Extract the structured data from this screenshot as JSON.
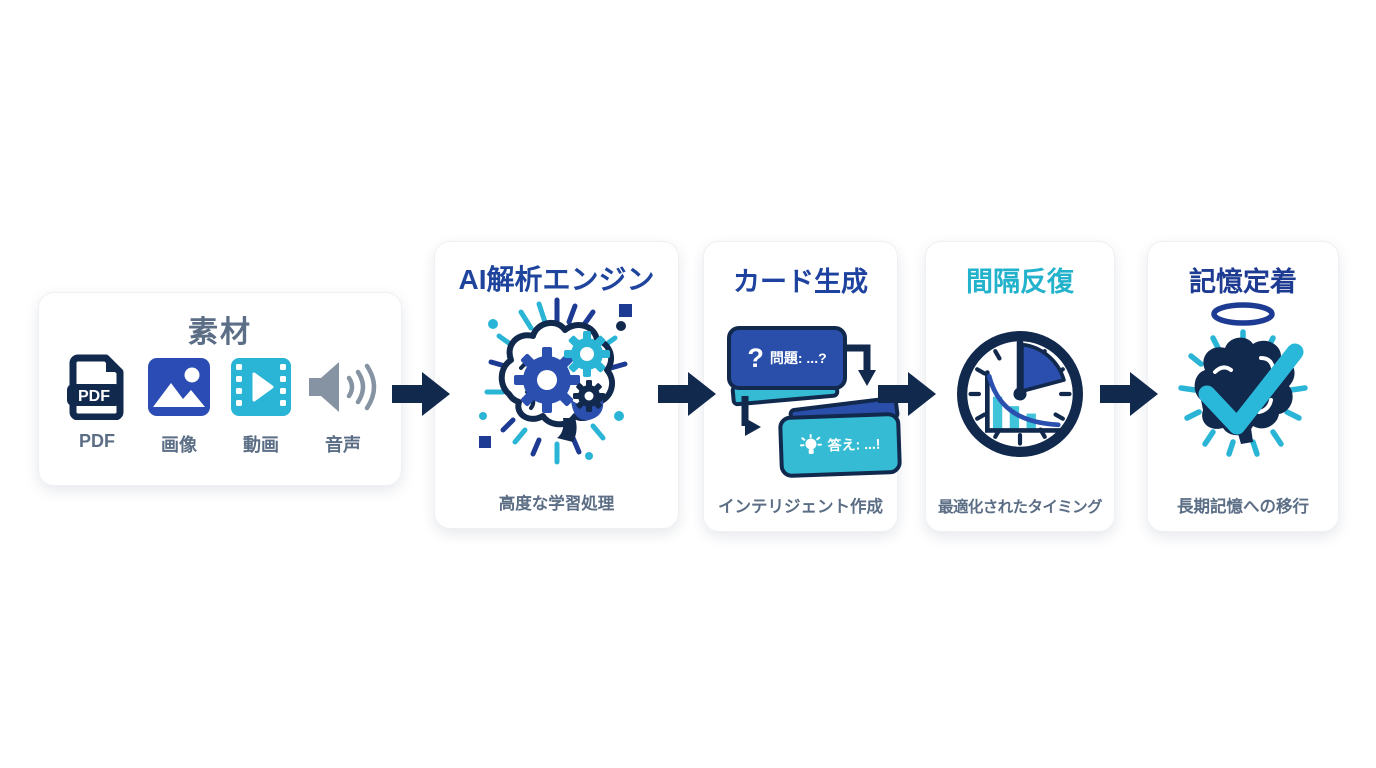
{
  "diagram": {
    "source": {
      "title": "素材",
      "items": [
        {
          "name": "pdf",
          "label": "PDF",
          "badge": "PDF"
        },
        {
          "name": "image",
          "label": "画像"
        },
        {
          "name": "video",
          "label": "動画"
        },
        {
          "name": "audio",
          "label": "音声"
        }
      ]
    },
    "steps": [
      {
        "name": "ai-engine",
        "title": "AI解析エンジン",
        "subtitle": "高度な学習処理"
      },
      {
        "name": "card-generation",
        "title": "カード生成",
        "subtitle": "インテリジェント作成",
        "question_mark": "?",
        "question_text": "問題: ...?",
        "answer_text": "答え: ...!"
      },
      {
        "name": "spaced-repetition",
        "title": "間隔反復",
        "subtitle": "最適化されたタイミング"
      },
      {
        "name": "memory-retention",
        "title": "記憶定着",
        "subtitle": "長期記憶への移行"
      }
    ],
    "colors": {
      "navy": "#12294e",
      "blue": "#2a4fae",
      "cyan": "#2ab5d6",
      "slate_text": "#5b6e85",
      "title_blue": "#1e449e",
      "title_cyan": "#23b2cb",
      "title_navy": "#1d3b92",
      "background": "#ffffff"
    }
  }
}
